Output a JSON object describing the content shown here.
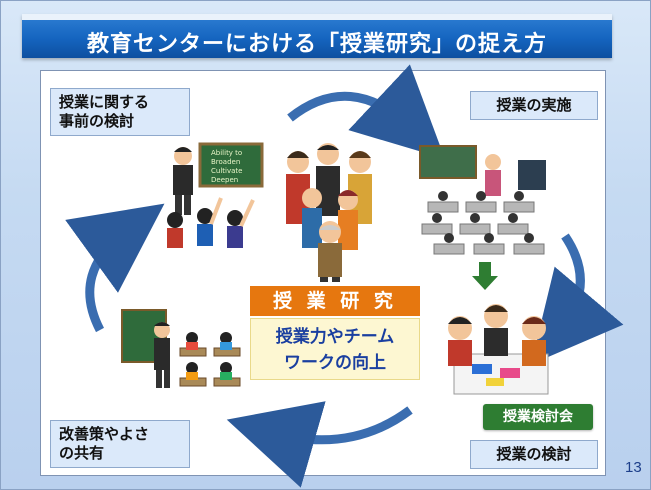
{
  "slide": {
    "title": "教育センターにおける「授業研究」の捉え方",
    "page_number": "13"
  },
  "cycle": {
    "pre_study": [
      "授業に関する",
      "事前の検討"
    ],
    "implementation": "授業の実施",
    "review": "授業の検討",
    "improvement": [
      "改善策やよさ",
      "の共有"
    ],
    "review_meeting": "授業検討会"
  },
  "center": {
    "title": "授 業 研 究",
    "subtitle": [
      "授業力やチーム",
      "ワークの向上"
    ]
  },
  "board_text": [
    "Ability to",
    "Broaden",
    "Cultivate",
    "Deepen"
  ],
  "colors": {
    "title_bar": "#1565c0",
    "label_fill": "#dbe9fa",
    "center_title": "#e6770f",
    "center_text": "#1a3fa0",
    "badge": "#2e7d32",
    "arrow": "#2c5a9a"
  }
}
